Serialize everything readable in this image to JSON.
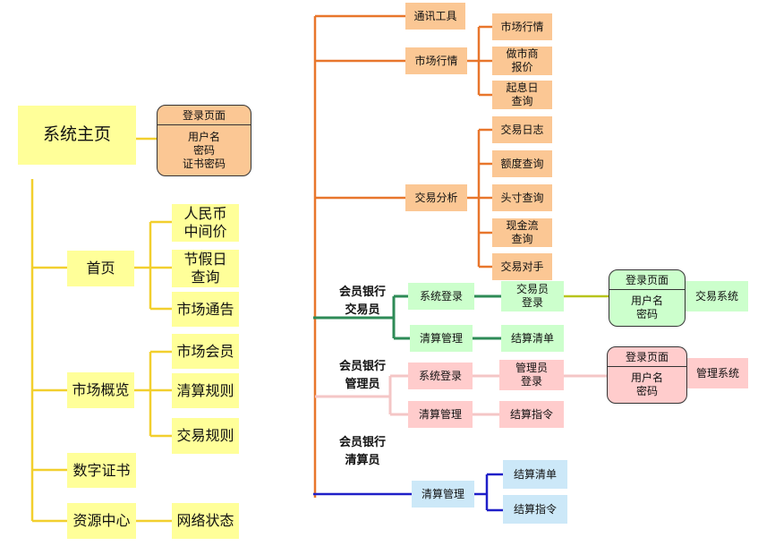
{
  "left": {
    "root": "系统主页",
    "login": {
      "title": "登录页面",
      "fields": "用户名\n密码\n证书密码"
    },
    "home": {
      "label": "首页",
      "children": [
        "人民币\n中间价",
        "节假日\n查询",
        "市场通告"
      ]
    },
    "overview": {
      "label": "市场概览",
      "children": [
        "市场会员",
        "清算规则",
        "交易规则"
      ]
    },
    "cert": "数字证书",
    "resource": {
      "label": "资源中心",
      "child": "网络状态"
    }
  },
  "right": {
    "comm": "通讯工具",
    "market": {
      "label": "市场行情",
      "children": [
        "市场行情",
        "做市商\n报价",
        "起息日\n查询"
      ]
    },
    "analysis": {
      "label": "交易分析",
      "children": [
        "交易日志",
        "额度查询",
        "头寸查询",
        "现金流\n查询",
        "交易对手"
      ]
    },
    "trader": {
      "role": "会员银行\n交易员",
      "login": "系统登录",
      "login_child": "交易员\n登录",
      "clear": "清算管理",
      "clear_child": "结算清单",
      "login_page": {
        "title": "登录页面",
        "fields": "用户名\n密码"
      },
      "system": "交易系统"
    },
    "admin": {
      "role": "会员银行\n管理员",
      "login": "系统登录",
      "login_child": "管理员\n登录",
      "clear": "清算管理",
      "clear_child": "结算指令",
      "login_page": {
        "title": "登录页面",
        "fields": "用户名\n密码"
      },
      "system": "管理系统"
    },
    "clerk": {
      "role": "会员银行\n清算员",
      "clear": "清算管理",
      "children": [
        "结算清单",
        "结算指令"
      ]
    }
  },
  "colors": {
    "yellow_line": "#f2cf2e",
    "orange_line": "#e8762c",
    "green_line": "#2e8b57",
    "pink_line": "#f4c6c6",
    "blue_line": "#1f1fc8",
    "olive_line": "#b8c41c"
  }
}
